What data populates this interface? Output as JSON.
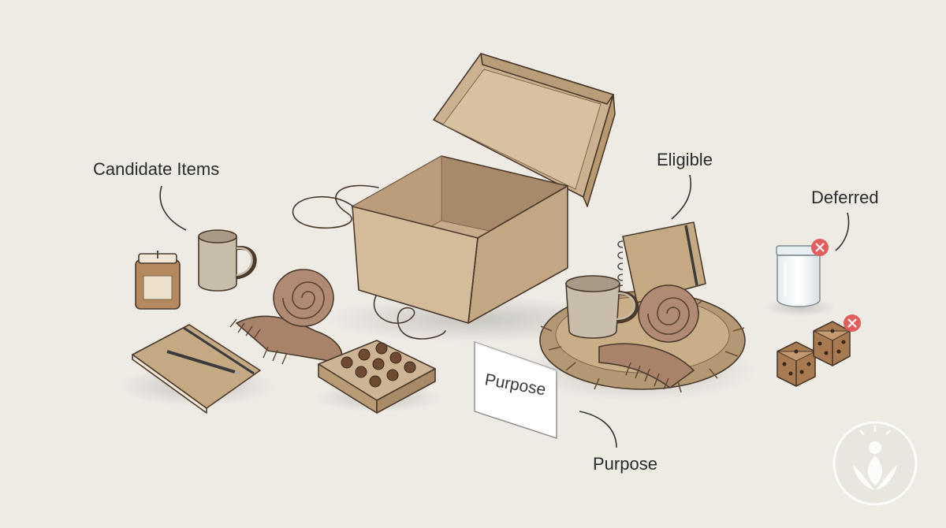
{
  "labels": {
    "candidates": "Candidate Items",
    "eligible": "Eligible",
    "deferred": "Deferred",
    "purpose": "Purpose"
  },
  "card": {
    "text": "Purpose"
  },
  "colors": {
    "background": "#eeebe5",
    "cardboard": "#cdb494",
    "scarf": "#a9826a",
    "reject_badge": "#e35d5d"
  },
  "icons": {
    "reject": "x-icon",
    "watermark": "lotus-hands-icon"
  }
}
